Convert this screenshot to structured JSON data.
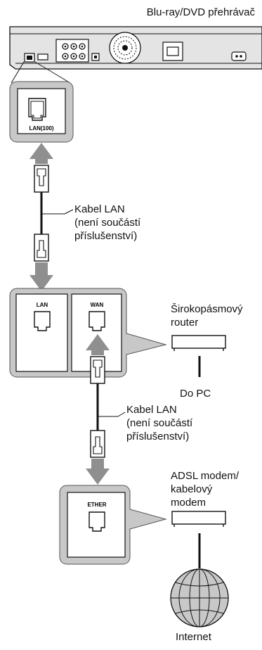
{
  "labels": {
    "player": "Blu-ray/DVD přehrávač",
    "player_port": "LAN(100)",
    "cable1": [
      "Kabel LAN",
      "(není součástí",
      "příslušenství)"
    ],
    "router": [
      "Širokopásmový",
      "router"
    ],
    "router_port_lan": "LAN",
    "router_port_wan": "WAN",
    "to_pc": "Do PC",
    "cable2": [
      "Kabel LAN",
      "(není součástí",
      "příslušenství)"
    ],
    "modem": [
      "ADSL modem/",
      "kabelový",
      "modem"
    ],
    "modem_port": "ETHER",
    "internet": "Internet"
  },
  "colors": {
    "panel_gray": "#c8c8c8",
    "arrow_gray": "#8f8f8f",
    "line": "#111111"
  }
}
